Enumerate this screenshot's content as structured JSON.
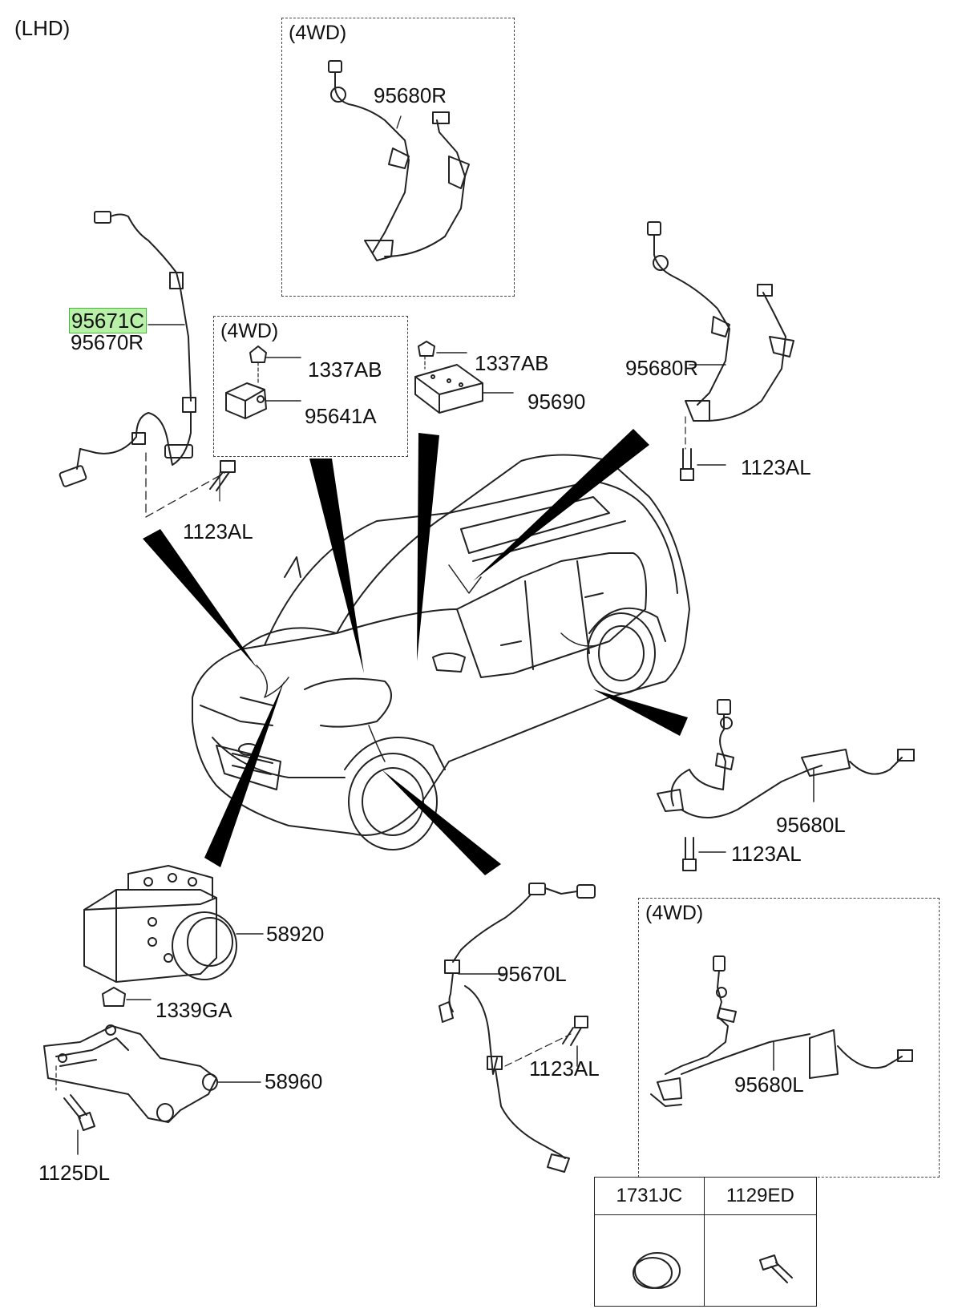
{
  "diagram": {
    "region_label": "(LHD)",
    "boxes": [
      {
        "id": "box-4wd-top",
        "title": "(4WD)"
      },
      {
        "id": "box-4wd-mid",
        "title": "(4WD)"
      },
      {
        "id": "box-4wd-bottom",
        "title": "(4WD)"
      }
    ],
    "labels": {
      "p95671C": "95671C",
      "p95670R": "95670R",
      "p95680R_top": "95680R",
      "p1337AB_a": "1337AB",
      "p95641A": "95641A",
      "p1337AB_b": "1337AB",
      "p95690": "95690",
      "p95680R_right": "95680R",
      "p1123AL_right": "1123AL",
      "p1123AL_left": "1123AL",
      "p95680L_right": "95680L",
      "p1123AL_lower": "1123AL",
      "p58920": "58920",
      "p1339GA": "1339GA",
      "p58960": "58960",
      "p1125DL": "1125DL",
      "p95670L": "95670L",
      "p1123AL_bottom": "1123AL",
      "p95680L_box": "95680L"
    },
    "table": {
      "headers": [
        "1731JC",
        "1129ED"
      ]
    },
    "highlight_color": "#b8f0a8"
  }
}
